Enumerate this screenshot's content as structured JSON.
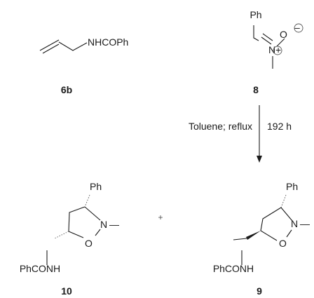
{
  "compound_6b": {
    "substituent": "NHCOPh",
    "label": "6b"
  },
  "compound_8": {
    "ph": "Ph",
    "n": "N",
    "o": "O",
    "charge_plus": "+",
    "charge_minus": "–",
    "label": "8"
  },
  "reaction": {
    "conditions": "Toluene; reflux",
    "time": "192 h"
  },
  "compound_10": {
    "ph": "Ph",
    "n": "N",
    "n_bond": "—",
    "o": "O",
    "amide": "PhCONH",
    "label": "10"
  },
  "plus_sign": "+",
  "compound_9": {
    "ph": "Ph",
    "n": "N",
    "n_bond": "—",
    "o": "O",
    "amide": "PhCONH",
    "label": "9"
  }
}
